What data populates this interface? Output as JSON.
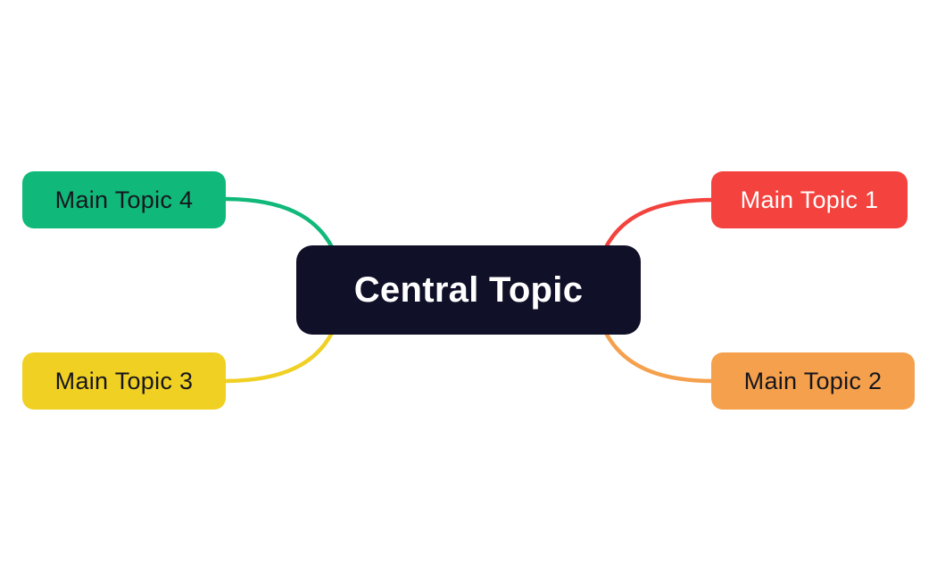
{
  "canvas": {
    "background": "#ffffff"
  },
  "mindmap": {
    "central": {
      "label": "Central Topic",
      "bg": "#101028",
      "text_color": "#ffffff"
    },
    "topics": [
      {
        "label": "Main Topic 1",
        "bg": "#f4433e",
        "text_color": "#ffffff",
        "position": "top-right"
      },
      {
        "label": "Main Topic 2",
        "bg": "#f5a04c",
        "text_color": "#16161e",
        "position": "bottom-right"
      },
      {
        "label": "Main Topic 3",
        "bg": "#f0d023",
        "text_color": "#16161e",
        "position": "bottom-left"
      },
      {
        "label": "Main Topic 4",
        "bg": "#10b97a",
        "text_color": "#16161e",
        "position": "top-left"
      }
    ],
    "connectors": [
      {
        "from": "Central Topic",
        "to": "Main Topic 1",
        "color": "#f4433e"
      },
      {
        "from": "Central Topic",
        "to": "Main Topic 2",
        "color": "#f5a04c"
      },
      {
        "from": "Central Topic",
        "to": "Main Topic 3",
        "color": "#f0d023"
      },
      {
        "from": "Central Topic",
        "to": "Main Topic 4",
        "color": "#10b97a"
      }
    ]
  }
}
